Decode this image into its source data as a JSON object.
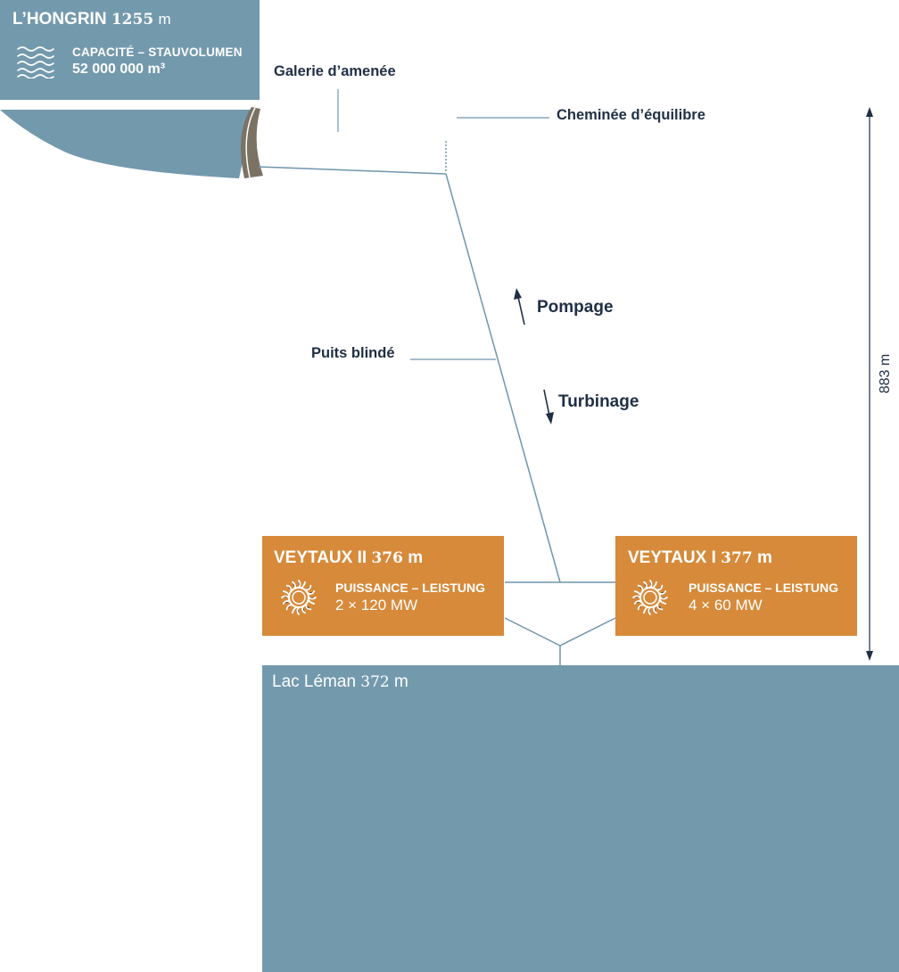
{
  "reservoir": {
    "name": "L’HONGRIN",
    "altitude": "1255",
    "unit": "m",
    "capacity_label": "CAPACITÉ – STAUVOLUMEN",
    "capacity_value": "52 000 000 m³",
    "icon": "water-waves-icon"
  },
  "labels": {
    "galerie": "Galerie d’amenée",
    "cheminee": "Cheminée d’équilibre",
    "pompage": "Pompage",
    "puits": "Puits blindé",
    "turbinage": "Turbinage",
    "height": "883 m"
  },
  "plants": {
    "veytaux2": {
      "name": "VEYTAUX II",
      "altitude": "376",
      "unit": "m",
      "power_label": "PUISSANCE – LEISTUNG",
      "power_value": "2 × 120 MW",
      "icon": "turbine-icon"
    },
    "veytaux1": {
      "name": "VEYTAUX I",
      "altitude": "377",
      "unit": "m",
      "power_label": "PUISSANCE – LEISTUNG",
      "power_value": "4 × 60 MW",
      "icon": "turbine-icon"
    }
  },
  "lake": {
    "name": "Lac Léman",
    "altitude": "372",
    "unit": "m"
  },
  "colors": {
    "water": "#7399ad",
    "plant": "#d68a3a",
    "line": "#6f95ad",
    "text": "#1f2f45",
    "dam": "#7a7364"
  }
}
